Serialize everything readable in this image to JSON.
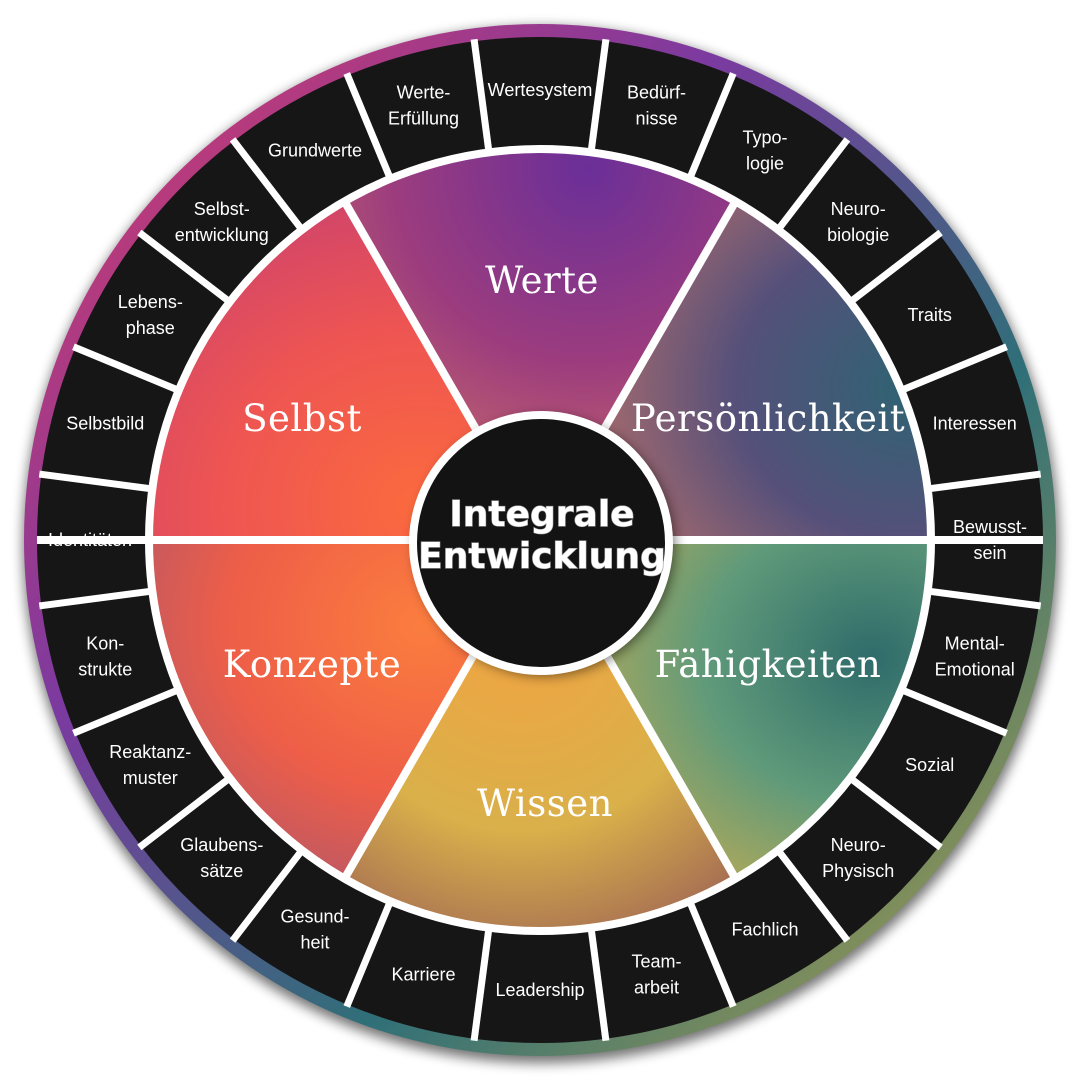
{
  "center": {
    "line1": "Integrale",
    "line2": "Entwicklung"
  },
  "segments": [
    {
      "key": "werte",
      "label": "Werte",
      "color": "#7a3591"
    },
    {
      "key": "persoenlichkeit",
      "label": "Persönlichkeit",
      "color": "#3a5f7a"
    },
    {
      "key": "faehigkeiten",
      "label": "Fähigkeiten",
      "color": "#3f8a78"
    },
    {
      "key": "wissen",
      "label": "Wissen",
      "color": "#e9b040"
    },
    {
      "key": "konzepte",
      "label": "Konzepte",
      "color": "#f07a45"
    },
    {
      "key": "selbst",
      "label": "Selbst",
      "color": "#e8504e"
    }
  ],
  "outer_ring": [
    {
      "name": "werte-erfuellung",
      "lines": [
        "Werte-",
        "Erfüllung"
      ]
    },
    {
      "name": "wertesystem",
      "lines": [
        "Wertesystem"
      ]
    },
    {
      "name": "beduerfnisse",
      "lines": [
        "Bedürf-",
        "nisse"
      ]
    },
    {
      "name": "typologie",
      "lines": [
        "Typo-",
        "logie"
      ]
    },
    {
      "name": "neurobiologie",
      "lines": [
        "Neuro-",
        "biologie"
      ]
    },
    {
      "name": "traits",
      "lines": [
        "Traits"
      ]
    },
    {
      "name": "interessen",
      "lines": [
        "Interessen"
      ]
    },
    {
      "name": "bewusstsein",
      "lines": [
        "Bewusst-",
        "sein"
      ]
    },
    {
      "name": "mental-emotional",
      "lines": [
        "Mental-",
        "Emotional"
      ]
    },
    {
      "name": "sozial",
      "lines": [
        "Sozial"
      ]
    },
    {
      "name": "neuro-physisch",
      "lines": [
        "Neuro-",
        "Physisch"
      ]
    },
    {
      "name": "fachlich",
      "lines": [
        "Fachlich"
      ]
    },
    {
      "name": "teamarbeit",
      "lines": [
        "Team-",
        "arbeit"
      ]
    },
    {
      "name": "leadership",
      "lines": [
        "Leadership"
      ]
    },
    {
      "name": "karriere",
      "lines": [
        "Karriere"
      ]
    },
    {
      "name": "gesundheit",
      "lines": [
        "Gesund-",
        "heit"
      ]
    },
    {
      "name": "glaubenssaetze",
      "lines": [
        "Glaubens-",
        "sätze"
      ]
    },
    {
      "name": "reaktanzmuster",
      "lines": [
        "Reaktanz-",
        "muster"
      ]
    },
    {
      "name": "konstrukte",
      "lines": [
        "Kon-",
        "strukte"
      ]
    },
    {
      "name": "identitaeten",
      "lines": [
        "Identitäten"
      ]
    },
    {
      "name": "selbstbild",
      "lines": [
        "Selbstbild"
      ]
    },
    {
      "name": "lebensphase",
      "lines": [
        "Lebens-",
        "phase"
      ]
    },
    {
      "name": "selbstentwicklung",
      "lines": [
        "Selbst-",
        "entwicklung"
      ]
    },
    {
      "name": "grundwerte",
      "lines": [
        "Grundwerte"
      ]
    }
  ],
  "colors": {
    "ring_dark": "#161616",
    "divider": "#ffffff",
    "center_bg": "#131313"
  }
}
